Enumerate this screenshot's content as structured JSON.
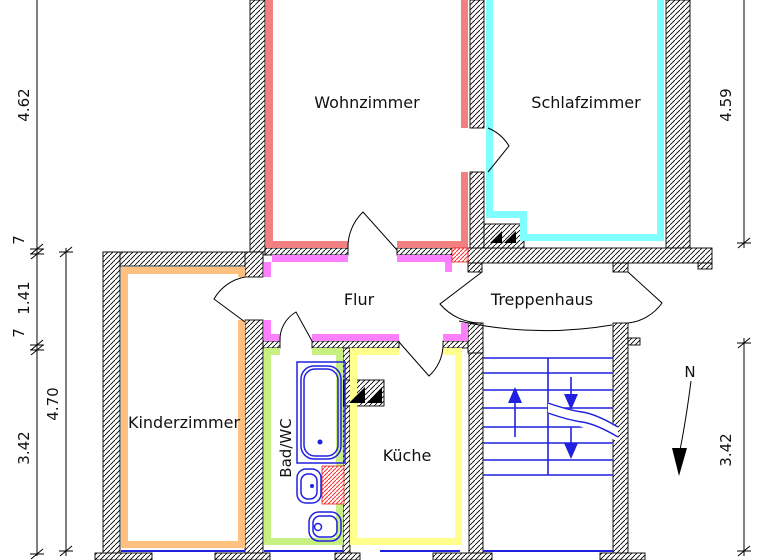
{
  "plan": {
    "rooms": {
      "wohnzimmer": {
        "label": "Wohnzimmer"
      },
      "schlafzimmer": {
        "label": "Schlafzimmer"
      },
      "flur": {
        "label": "Flur"
      },
      "treppenhaus": {
        "label": "Treppenhaus"
      },
      "kinderzimmer": {
        "label": "Kinderzimmer"
      },
      "kueche": {
        "label": "Küche"
      },
      "bad": {
        "label": "Bad/WC"
      }
    },
    "north": {
      "label": "N"
    },
    "dimensions": {
      "left_chain": [
        "4.62",
        "7",
        "1.41",
        "7",
        "3.42"
      ],
      "left_inner": "4.70",
      "right_top": "4.59",
      "right_bottom": "3.42"
    },
    "colors": {
      "wohnzimmer": "#F28080",
      "schlafzimmer": "#80FFFF",
      "flur": "#FF80FF",
      "kinderzimmer": "#FFC080",
      "bad": "#C8F080",
      "kueche": "#FFFF8C",
      "blue": "#2020E0",
      "red": "#FF3030"
    }
  }
}
